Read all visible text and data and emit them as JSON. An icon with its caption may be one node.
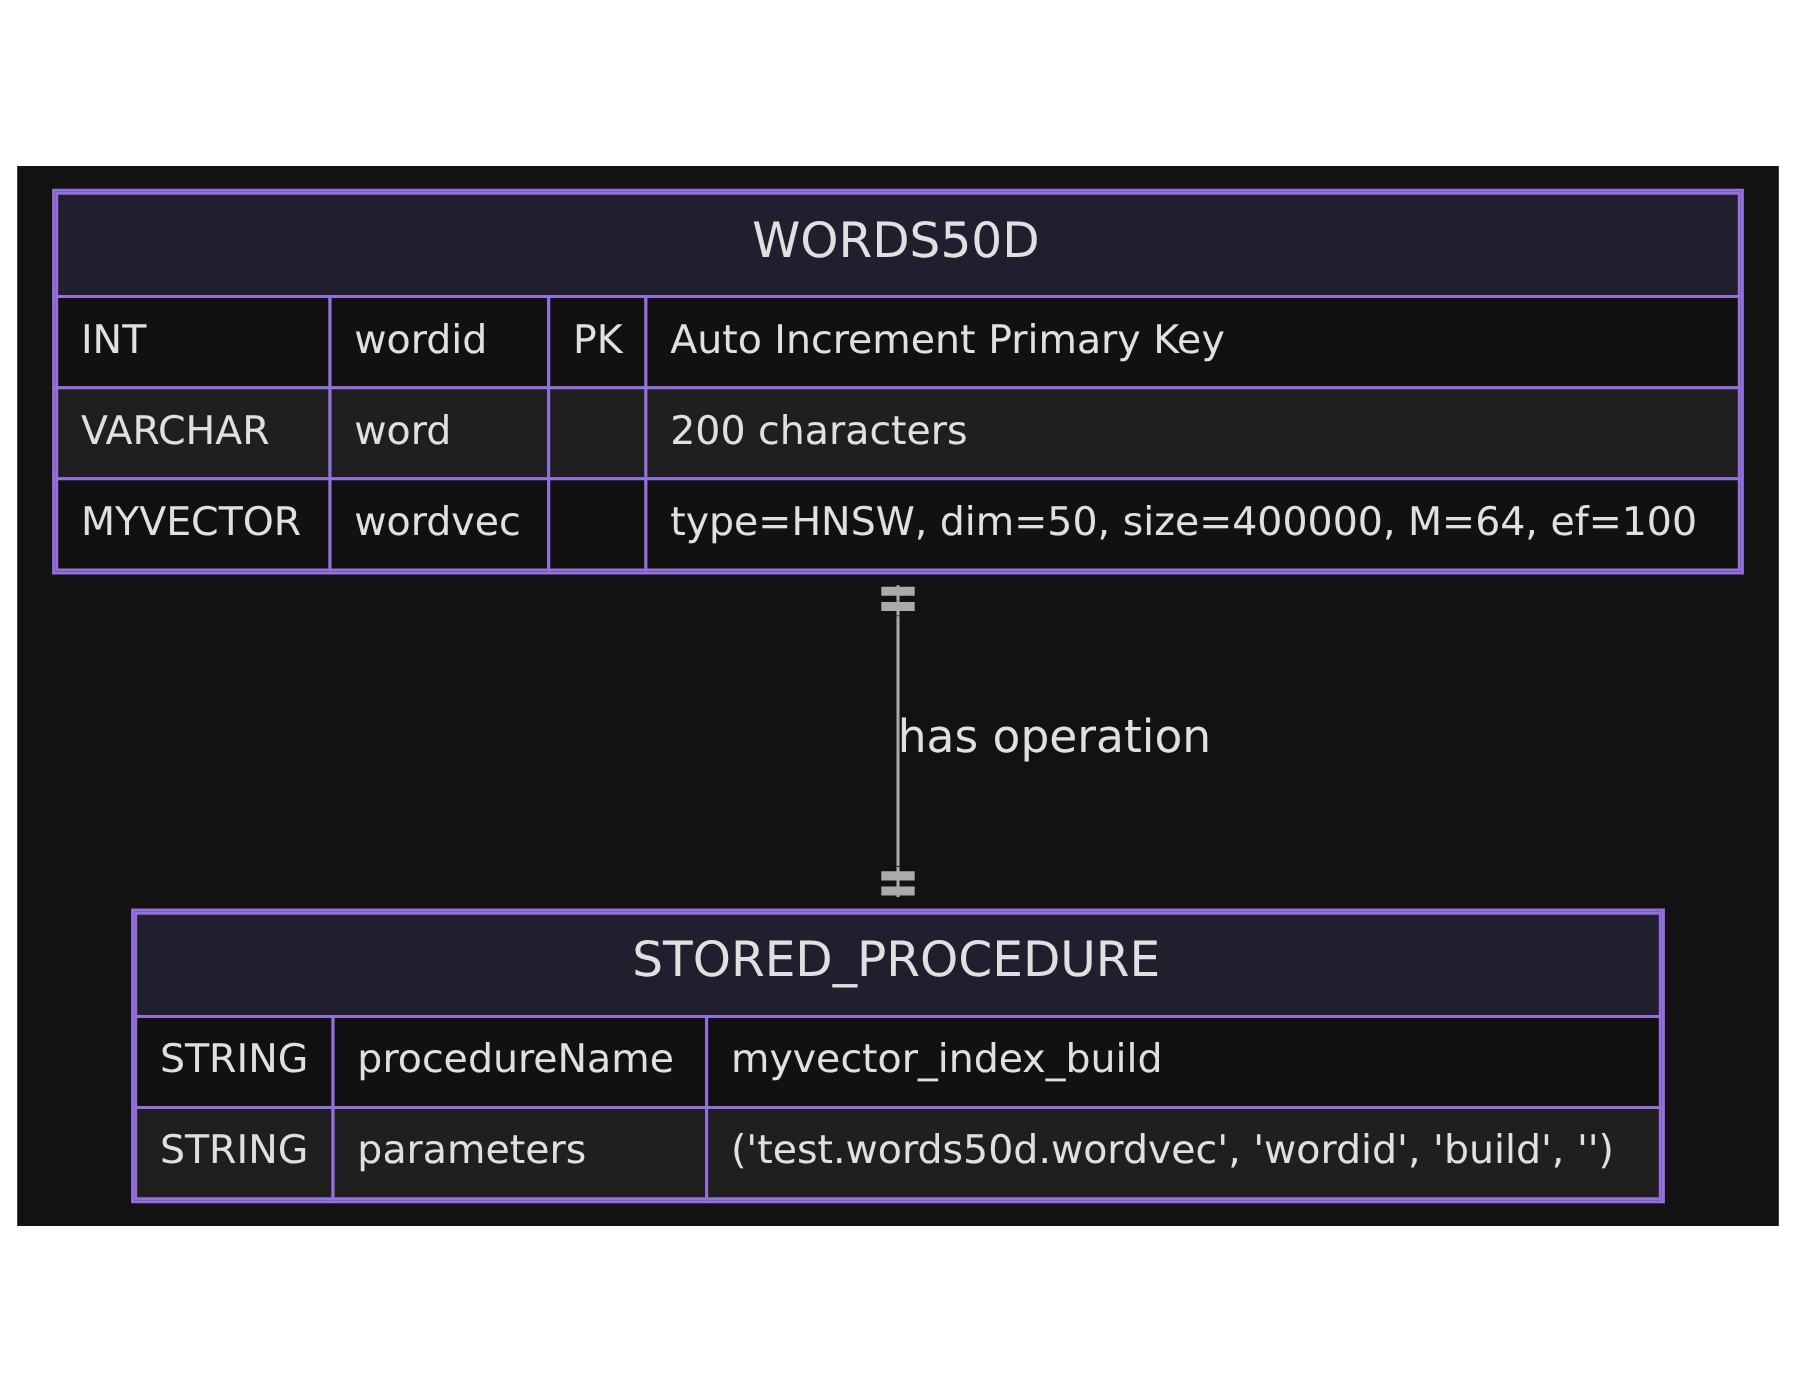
{
  "diagram": {
    "nodes": [
      {
        "text": [
          "WORDS50D",
          "INT",
          "wordid",
          "PK",
          "Auto Increment Primary Key",
          "VARCHAR",
          "word",
          "200 characters",
          "MYVECTOR",
          "wordvec",
          "type=HNSW, dim=50, size=400000, M=64, ef=100"
        ]
      },
      {
        "text": [
          "STORED_PROCEDURE",
          "STRING",
          "procedureName",
          "myvector_index_build",
          "STRING",
          "parameters",
          "('test.words50d.wordvec', 'wordid', 'build', '')"
        ]
      }
    ],
    "edges": [
      {
        "from": 0,
        "to": 1,
        "arrow": "other",
        "label": "has operation"
      }
    ]
  }
}
